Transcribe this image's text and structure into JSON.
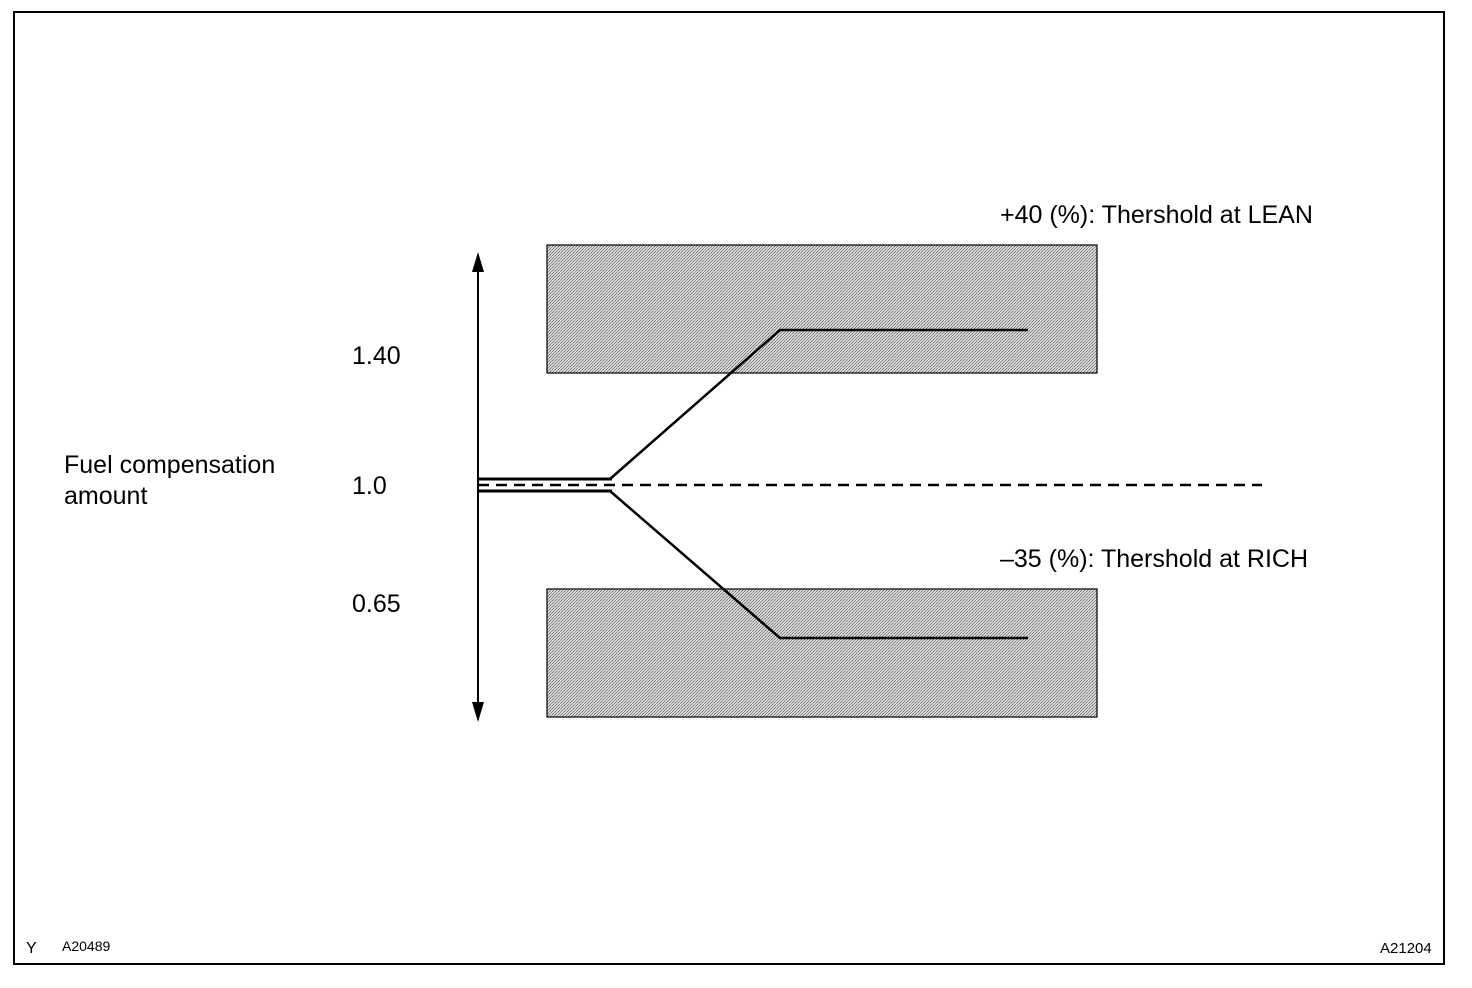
{
  "diagram": {
    "axis_label_line1": "Fuel compensation",
    "axis_label_line2": "amount",
    "tick_upper": "1.40",
    "tick_center": "1.0",
    "tick_lower": "0.65",
    "lean_threshold": "+40 (%): Thershold at LEAN",
    "rich_threshold": "–35 (%): Thershold at RICH"
  },
  "footer": {
    "left_code_letter": "Y",
    "left_code": "A20489",
    "right_code": "A21204"
  },
  "colors": {
    "line": "#000000",
    "background": "#ffffff",
    "zone_fill_dot": "#6f6f6f",
    "zone_fill_base": "#d9d9d9"
  }
}
